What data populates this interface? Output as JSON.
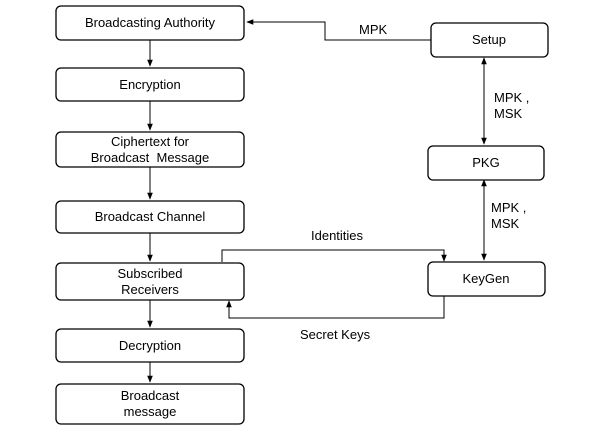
{
  "nodes": {
    "broadcasting_authority": "Broadcasting Authority",
    "encryption": "Encryption",
    "ciphertext_line1": "Ciphertext for",
    "ciphertext_line2": "Broadcast  Message",
    "broadcast_channel": "Broadcast Channel",
    "subscribed_line1": "Subscribed",
    "subscribed_line2": "Receivers",
    "decryption": "Decryption",
    "broadcast_message_line1": "Broadcast",
    "broadcast_message_line2": "message",
    "setup": "Setup",
    "pkg": "PKG",
    "keygen": "KeyGen"
  },
  "edge_labels": {
    "setup_to_authority": "MPK",
    "setup_pkg_line1": "MPK ,",
    "setup_pkg_line2": "MSK",
    "pkg_keygen_line1": "MPK ,",
    "pkg_keygen_line2": "MSK",
    "identities": "Identities",
    "secret_keys": "Secret Keys"
  }
}
